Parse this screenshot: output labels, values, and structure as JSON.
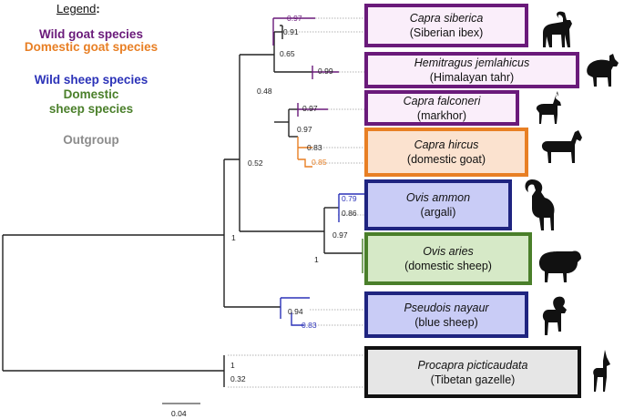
{
  "colors": {
    "wild_goat": "#6a1a7a",
    "domestic_goat": "#e87f24",
    "wild_sheep": "#2b32b8",
    "domestic_sheep": "#4a7f2a",
    "outgroup": "#8c8c8c",
    "branch": "#222222"
  },
  "legend": {
    "title": "Legend",
    "colon": ":",
    "items": [
      {
        "label": "Wild goat species",
        "color": "#6a1a7a"
      },
      {
        "label": "Domestic goat species",
        "color": "#e87f24"
      },
      {
        "label": "Wild sheep species",
        "color": "#2b32b8"
      },
      {
        "label": "Domestic sheep species",
        "color": "#4a7f2a"
      },
      {
        "label": "Outgroup",
        "color": "#8c8c8c"
      }
    ]
  },
  "taxa": [
    {
      "scientific": "Capra siberica",
      "common": "(Siberian ibex)",
      "group": "wild_goat",
      "icon": "ibex-silhouette-icon"
    },
    {
      "scientific": "Hemitragus jemlahicus",
      "common": "(Himalayan tahr)",
      "group": "wild_goat",
      "icon": "tahr-silhouette-icon"
    },
    {
      "scientific": "Capra falconeri",
      "common": "(markhor)",
      "group": "wild_goat",
      "icon": "markhor-silhouette-icon"
    },
    {
      "scientific": "Capra hircus",
      "common": "(domestic goat)",
      "group": "domestic_goat",
      "icon": "goat-silhouette-icon"
    },
    {
      "scientific": "Ovis ammon",
      "common": "(argali)",
      "group": "wild_sheep",
      "icon": "argali-silhouette-icon"
    },
    {
      "scientific": "Ovis aries",
      "common": "(domestic sheep)",
      "group": "domestic_sheep",
      "icon": "sheep-silhouette-icon"
    },
    {
      "scientific": "Pseudois nayaur",
      "common": "(blue sheep)",
      "group": "wild_sheep",
      "icon": "blue-sheep-silhouette-icon"
    },
    {
      "scientific": "Procapra picticaudata",
      "common": "(Tibetan gazelle)",
      "group": "outgroup",
      "icon": "gazelle-silhouette-icon"
    }
  ],
  "support_values": {
    "siberica_tip": "0.97",
    "siberica_clade": "0.91",
    "siberica_tahr": "0.65",
    "tahr_tip": "0.99",
    "goat_clade": "0.48",
    "falconeri_tip": "0.97",
    "falconeri_hircus": "0.97",
    "hircus_inner": "0.83",
    "hircus_tip": "0.85",
    "caprini": "0.52",
    "argali_tip": "0.79",
    "argali_inner": "0.86",
    "ovis_clade": "0.97",
    "ovis_aries": "1",
    "root_ingroup": "1",
    "nayaur_inner": "0.94",
    "nayaur_tip": "0.83",
    "outgroup_top": "1",
    "outgroup_bottom": "0.32"
  },
  "scale_bar": {
    "label": "0.04"
  }
}
